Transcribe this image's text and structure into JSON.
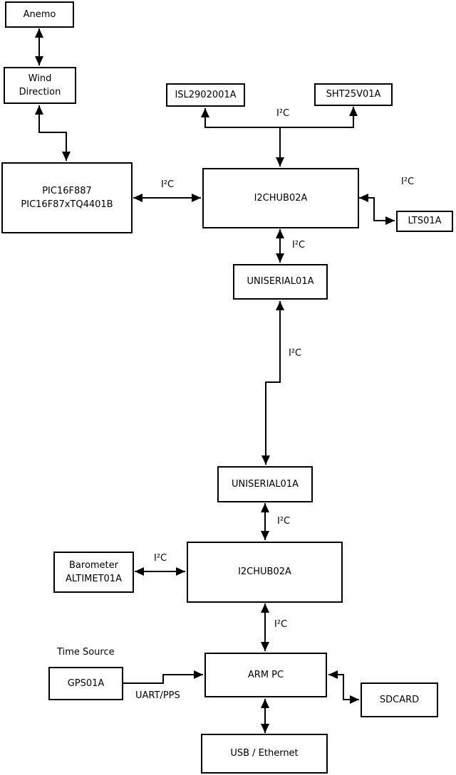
{
  "colors": {
    "background": "#ffffff",
    "box_border": "#000000",
    "text": "#000000",
    "connector": "#000000"
  },
  "nodes": {
    "anemo": {
      "label": "Anemo"
    },
    "wind_direction": {
      "label": "Wind\nDirection"
    },
    "pic": {
      "label": "PIC16F887\nPIC16F87xTQ4401B"
    },
    "isl": {
      "label": "ISL2902001A"
    },
    "sht": {
      "label": "SHT25V01A"
    },
    "hub1": {
      "label": "I2CHUB02A"
    },
    "lts": {
      "label": "LTS01A"
    },
    "uniserial1": {
      "label": "UNISERIAL01A"
    },
    "uniserial2": {
      "label": "UNISERIAL01A"
    },
    "hub2": {
      "label": "I2CHUB02A"
    },
    "barometer": {
      "label": "Barometer\nALTIMET01A"
    },
    "gps": {
      "label": "GPS01A"
    },
    "arm_pc": {
      "label": "ARM PC"
    },
    "sdcard": {
      "label": "SDCARD"
    },
    "usb_ethernet": {
      "label": "USB / Ethernet"
    }
  },
  "edge_labels": {
    "i2c": "I²C",
    "time_source": "Time Source",
    "uart_pps": "UART/PPS"
  }
}
